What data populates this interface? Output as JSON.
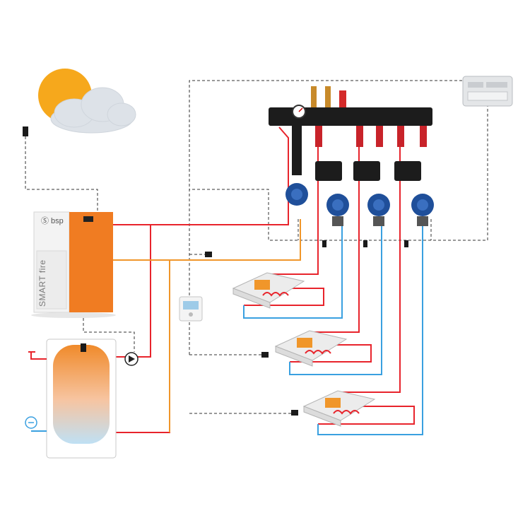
{
  "diagram": {
    "boiler": {
      "brand_text": "Ⓢ bsp",
      "model_text": "SMART fire"
    },
    "colors": {
      "supply": "#e8242c",
      "return_floor": "#3aa0e0",
      "return_boiler": "#f0962a",
      "signal": "#333333",
      "boiler_orange": "#f07c22",
      "manifold": "#1c1c1c",
      "pump_blue": "#1f4f9a",
      "sun": "#f6a81c",
      "cloud": "#dde2e8"
    },
    "components": [
      "weather-sensor",
      "pellet-boiler",
      "hot-water-tank",
      "circulation-pump",
      "manifold",
      "mixing-pumps",
      "controller-module",
      "room-thermostat",
      "floor-heating-zones"
    ]
  }
}
